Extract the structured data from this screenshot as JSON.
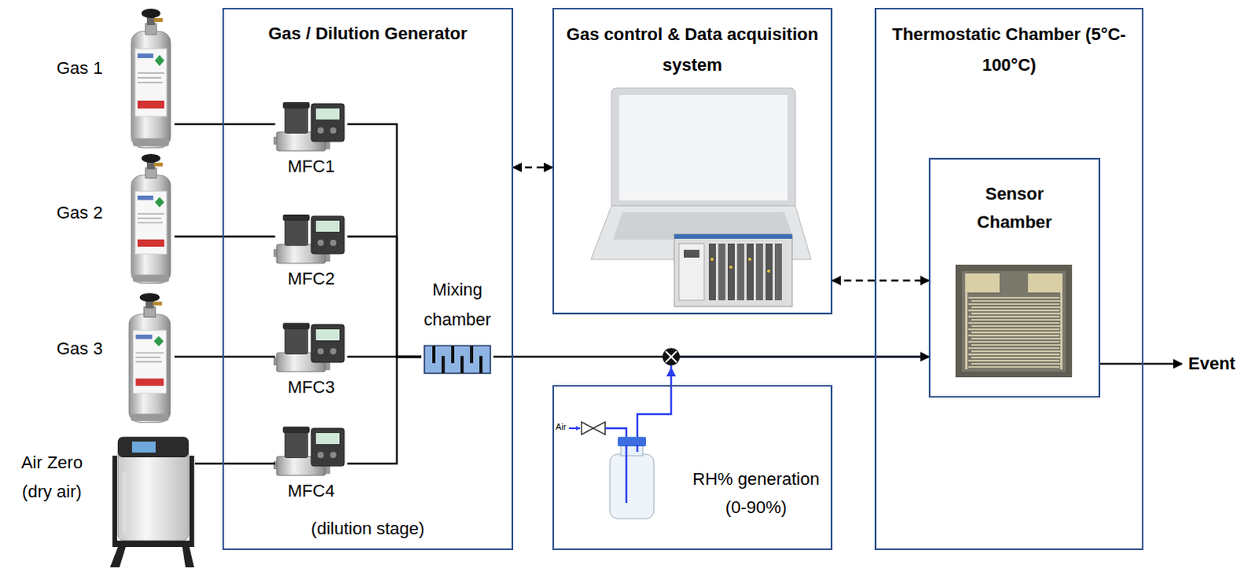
{
  "diagram": {
    "nodes": [
      {
        "text": [
          "Gas 1"
        ]
      },
      {
        "text": [
          "Gas 2"
        ]
      },
      {
        "text": [
          "Gas 3"
        ]
      },
      {
        "text": [
          "Air Zero (dry air)"
        ]
      },
      {
        "text": [
          "Gas / Dilution Generator",
          "(dilution stage)"
        ]
      },
      {
        "text": [
          "MFC1"
        ],
        "in": 4
      },
      {
        "text": [
          "MFC2"
        ],
        "in": 4
      },
      {
        "text": [
          "MFC3"
        ],
        "in": 4
      },
      {
        "text": [
          "MFC4"
        ],
        "in": 4
      },
      {
        "text": [
          "Mixing chamber"
        ],
        "in": 4
      },
      {
        "text": [
          "Gas control & Data acquisition system"
        ]
      },
      {
        "text": [
          "RH% generation (0-90%)"
        ]
      },
      {
        "text": [
          "Thermostatic Chamber (5°C-100°C)"
        ]
      },
      {
        "text": [
          "Sensor Chamber"
        ],
        "in": 12
      }
    ],
    "edges": [
      {
        "from": 0,
        "to": 5,
        "arrow": "none"
      },
      {
        "from": 1,
        "to": 6,
        "arrow": "none"
      },
      {
        "from": 2,
        "to": 7,
        "arrow": "none"
      },
      {
        "from": 3,
        "to": 8,
        "arrow": "none"
      },
      {
        "from": 5,
        "to": 9,
        "arrow": "none"
      },
      {
        "from": 6,
        "to": 9,
        "arrow": "none"
      },
      {
        "from": 7,
        "to": 9,
        "arrow": "none"
      },
      {
        "from": 8,
        "to": 9,
        "arrow": "none"
      },
      {
        "from": 11,
        "to": 13,
        "arrow": "to"
      },
      {
        "from": 9,
        "to": 13,
        "arrow": "to"
      },
      {
        "from": 4,
        "to": 10,
        "arrow": "both"
      },
      {
        "from": 10,
        "to": 13,
        "arrow": "both"
      }
    ],
    "labels": [
      "Air",
      "Event"
    ]
  }
}
